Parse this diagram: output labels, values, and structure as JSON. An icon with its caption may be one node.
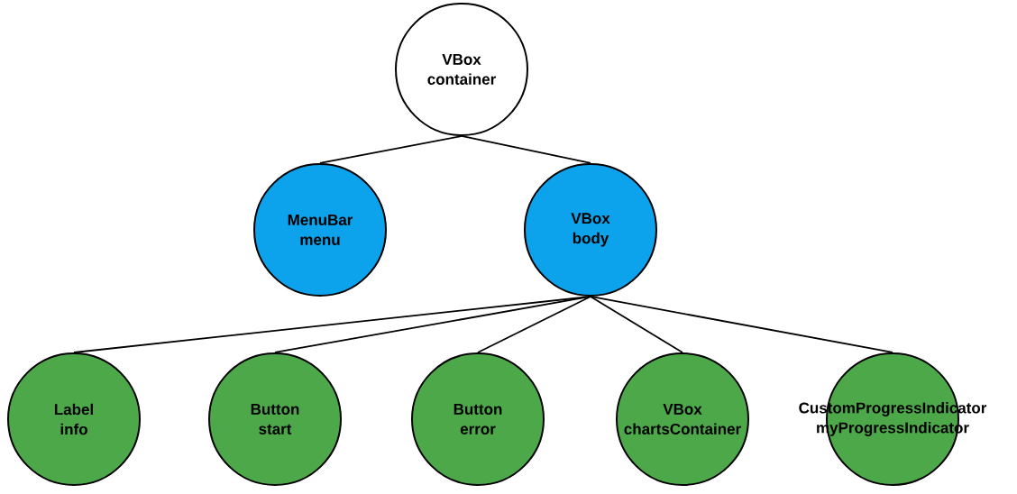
{
  "diagram": {
    "nodes": [
      {
        "text": [
          "VBox container"
        ]
      },
      {
        "text": [
          "MenuBar menu"
        ]
      },
      {
        "text": [
          "VBox body"
        ]
      },
      {
        "text": [
          "Label info"
        ]
      },
      {
        "text": [
          "Button start"
        ]
      },
      {
        "text": [
          "Button error"
        ]
      },
      {
        "text": [
          "VBox chartsContainer"
        ]
      },
      {
        "text": [
          "CustomProgressIndicator myProgressIndicator"
        ]
      }
    ],
    "edges": [
      {
        "from": 0,
        "to": 1,
        "arrow": "none"
      },
      {
        "from": 0,
        "to": 2,
        "arrow": "none"
      },
      {
        "from": 2,
        "to": 3,
        "arrow": "none"
      },
      {
        "from": 2,
        "to": 4,
        "arrow": "none"
      },
      {
        "from": 2,
        "to": 5,
        "arrow": "none"
      },
      {
        "from": 2,
        "to": 6,
        "arrow": "none"
      },
      {
        "from": 2,
        "to": 7,
        "arrow": "none"
      }
    ]
  }
}
